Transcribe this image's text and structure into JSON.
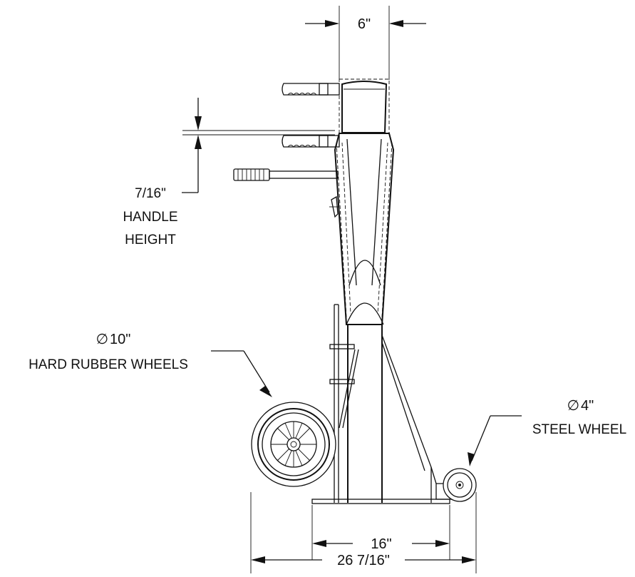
{
  "dimensions": {
    "top_width": "6\"",
    "handle_height_value": "7/16\"",
    "handle_height_line1": "HANDLE",
    "handle_height_line2": "HEIGHT",
    "base_width": "16\"",
    "overall_width": "26 7/16\""
  },
  "callouts": {
    "rubber_wheel_symbol": "∅",
    "rubber_wheel_size": "10\"",
    "rubber_wheel_label": "HARD RUBBER WHEELS",
    "steel_wheel_symbol": "∅",
    "steel_wheel_size": "4\"",
    "steel_wheel_label": "STEEL WHEEL"
  }
}
